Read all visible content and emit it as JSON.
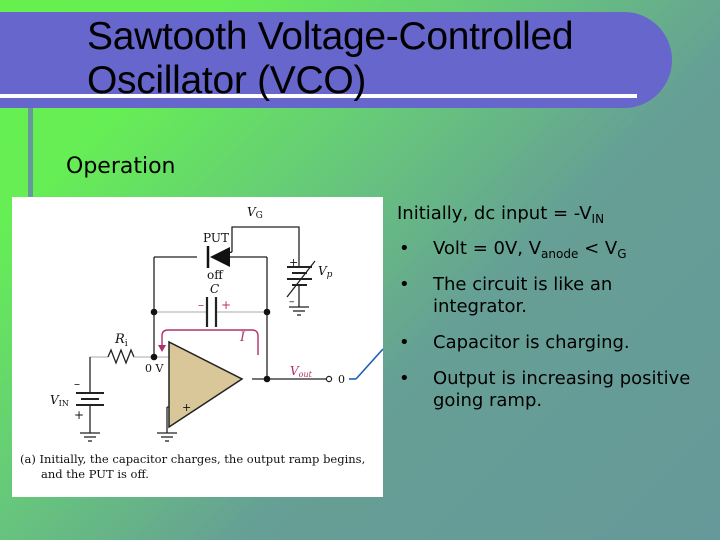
{
  "slide": {
    "title_line1": "Sawtooth Voltage-Controlled",
    "title_line2": "Oscillator (VCO)",
    "subtitle": "Operation",
    "colors": {
      "banner": "#6666cc",
      "bg_top_left": "#66f04e",
      "bg_bottom_right": "#669999",
      "accent_line": "#669999",
      "opamp_fill": "#d9c79a",
      "current_arrow": "#b0306a",
      "ramp_line": "#1f5fb4"
    }
  },
  "figure": {
    "labels": {
      "vg": "V",
      "vg_sub": "G",
      "put": "PUT",
      "off": "off",
      "cap": "C",
      "cap_minus": "–",
      "cap_plus": "+",
      "vp": "V",
      "vp_sub": "p",
      "vp_plus": "+",
      "vp_minus": "–",
      "ri": "R",
      "ri_sub": "i",
      "current": "I",
      "zero_v": "0 V",
      "vout": "V",
      "vout_sub": "out",
      "zero": "0",
      "vin": "V",
      "vin_sub": "IN",
      "vin_minus": "–",
      "vin_plus": "+",
      "opamp_plus": "+"
    },
    "caption_line1": "(a) Initially, the capacitor charges, the output ramp begins,",
    "caption_line2": "and the PUT is off."
  },
  "content": {
    "lead_text": "Initially, dc input = -V",
    "lead_sub": "IN",
    "bullets": [
      {
        "text": "Volt = 0V, V",
        "sub1": "anode",
        "mid": " < V",
        "sub2": "G"
      },
      {
        "text": "The circuit is like an integrator."
      },
      {
        "text": "Capacitor is charging."
      },
      {
        "text": "Output is increasing positive going ramp."
      }
    ],
    "bullet_glyph": "•"
  }
}
